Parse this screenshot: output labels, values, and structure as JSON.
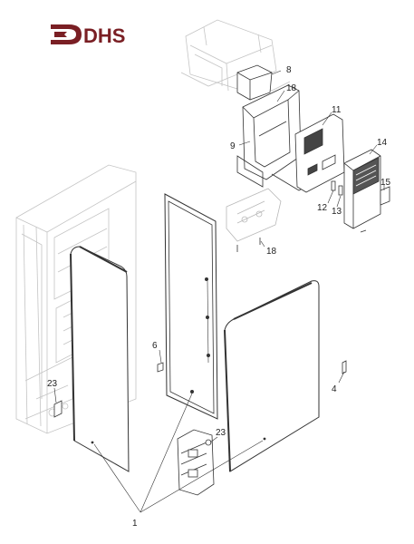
{
  "logo": {
    "text": "DHS",
    "color": "#7a1f24"
  },
  "callouts": {
    "c1": "1",
    "c4": "4",
    "c6": "6",
    "c8": "8",
    "c9": "9",
    "c11": "11",
    "c12": "12",
    "c13": "13",
    "c14": "14",
    "c15": "15",
    "c18a": "18",
    "c18b": "18",
    "c23a": "23",
    "c23b": "23"
  },
  "colors": {
    "line_dark": "#333333",
    "line_faint": "#bdbdbd",
    "panel_fill": "#ffffff"
  }
}
